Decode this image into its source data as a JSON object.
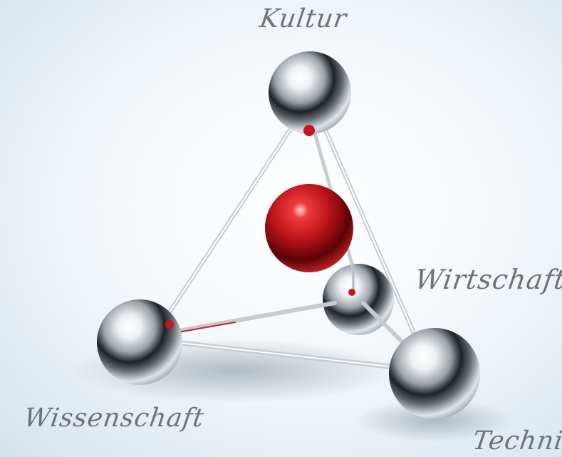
{
  "nodes": {
    "kultur": "Kultur",
    "wirtschaft": "Wirtschaft",
    "wissenschaft": "Wissenschaft",
    "technik": "Technik"
  },
  "colors": {
    "chrome": "#c9ced3",
    "center_sphere": "#c4161c",
    "label_text": "#6f7378"
  }
}
